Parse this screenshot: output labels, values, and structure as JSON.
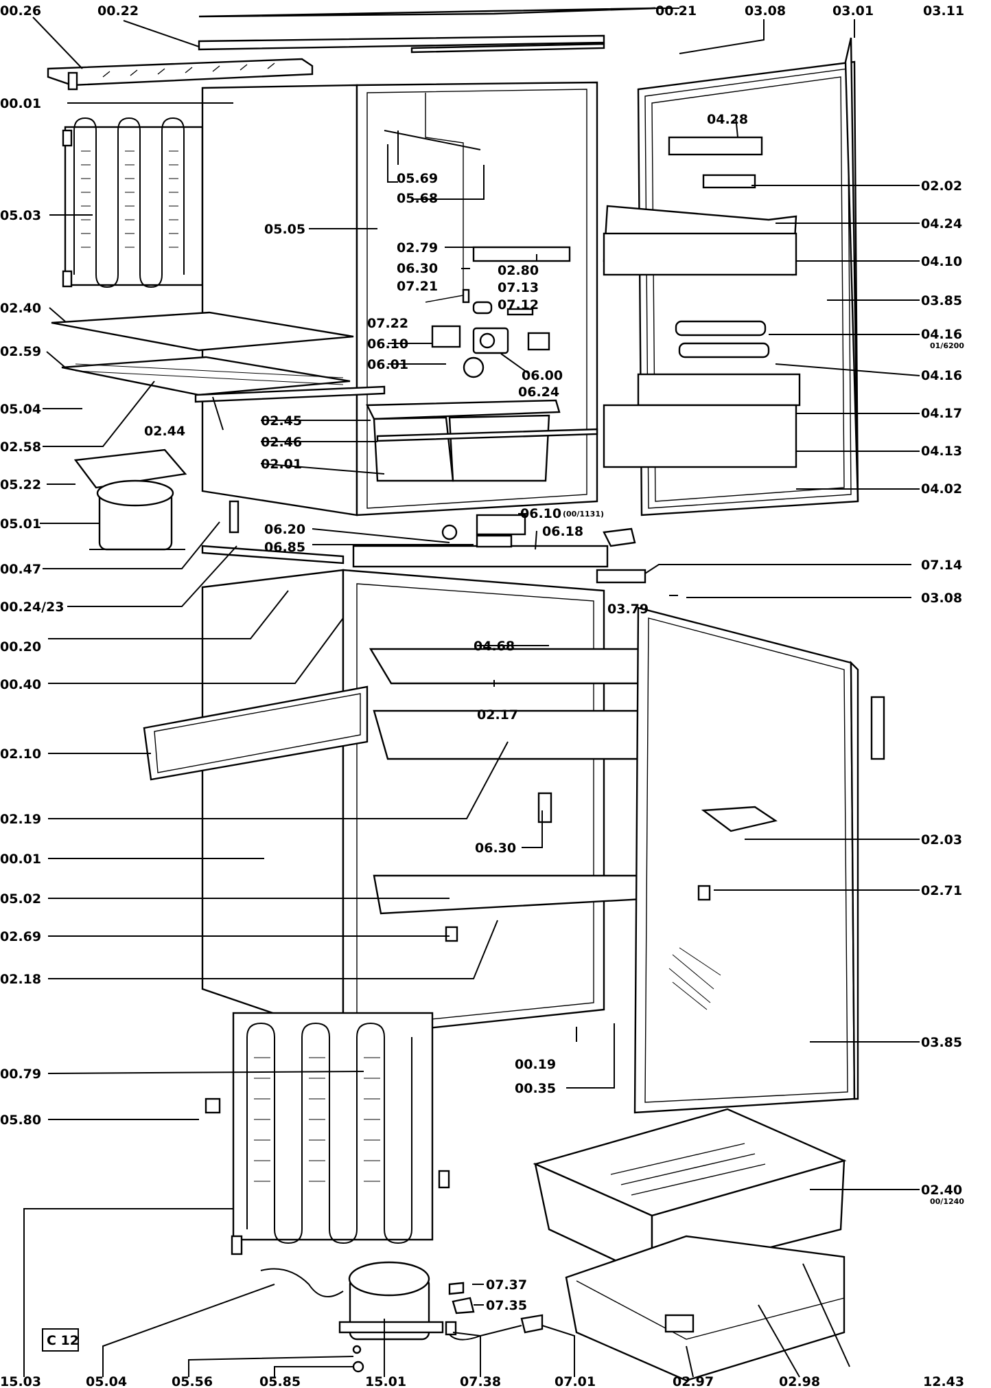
{
  "diagram_id": "C 12",
  "callouts": {
    "c0026": "00.26",
    "c0022": "00.22",
    "c0021": "00.21",
    "c0308t": "03.08",
    "c0301": "03.01",
    "c0311": "03.11",
    "c0001a": "00.01",
    "c0503": "05.03",
    "c0505": "05.05",
    "c0569": "05.69",
    "c0568": "05.68",
    "c0428": "04.28",
    "c0202": "02.02",
    "c0424": "04.24",
    "c0410": "04.10",
    "c0385a": "03.85",
    "c0279": "02.79",
    "c0630a": "06.30",
    "c0280": "02.80",
    "c0721": "07.21",
    "c0713": "07.13",
    "c0712": "07.12",
    "c0240a": "02.40",
    "c0722": "07.22",
    "c0610a": "06.10",
    "c0601": "06.01",
    "c0600": "06.00",
    "c0624": "06.24",
    "c0259": "02.59",
    "c0416a": "04.16",
    "c0416a_sub": "01/6200",
    "c0416b": "04.16",
    "c0504a": "05.04",
    "c0244": "02.44",
    "c0245": "02.45",
    "c0246": "02.46",
    "c0201": "02.01",
    "c0417": "04.17",
    "c0413": "04.13",
    "c0402": "04.02",
    "c0258": "02.58",
    "c0522": "05.22",
    "c0501": "05.01",
    "c0610b": "06.10",
    "c0610b_sub": "(00/1131)",
    "c0620": "06.20",
    "c0618": "06.18",
    "c0685": "06.85",
    "c0047": "00.47",
    "c0714": "07.14",
    "c0024": "00.24/23",
    "c0379": "03.79",
    "c0308b": "03.08",
    "c0020": "00.20",
    "c0468": "04.68",
    "c0040": "00.40",
    "c0217": "02.17",
    "c0210": "02.10",
    "c0219": "02.19",
    "c0203": "02.03",
    "c0001b": "00.01",
    "c0630b": "06.30",
    "c0502": "05.02",
    "c0271": "02.71",
    "c0269": "02.69",
    "c0218": "02.18",
    "c0385b": "03.85",
    "c0019": "00.19",
    "c0079": "00.79",
    "c0035": "00.35",
    "c0580": "05.80",
    "c0240b": "02.40",
    "c0240b_sub": "00/1240",
    "c1503": "15.03",
    "c0737": "07.37",
    "c0735": "07.35",
    "c0504b": "05.04",
    "c0556": "05.56",
    "c0585": "05.85",
    "c1501": "15.01",
    "c0738": "07.38",
    "c0701": "07.01",
    "c0297": "02.97",
    "c0298": "02.98",
    "c1243": "12.43"
  }
}
